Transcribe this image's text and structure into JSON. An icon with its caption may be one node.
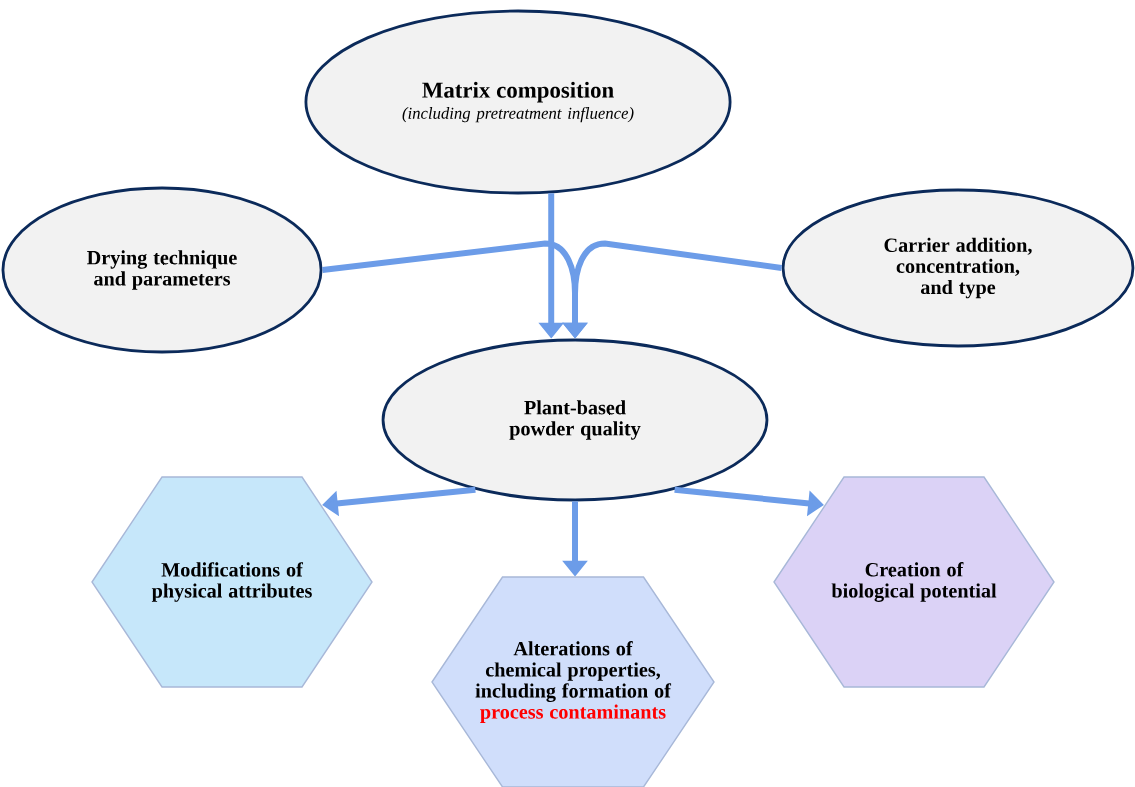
{
  "diagram": {
    "nodes": [
      {
        "text": [
          "Matrix composition",
          "(including pretreatment influence)"
        ]
      },
      {
        "text": [
          "Drying technique and parameters"
        ]
      },
      {
        "text": [
          "Carrier addition, concentration, and type"
        ]
      },
      {
        "text": [
          "Plant-based powder quality"
        ]
      },
      {
        "text": [
          "Modifications of physical attributes"
        ]
      },
      {
        "text": [
          "Alterations of chemical properties, including formation of",
          "process contaminants"
        ]
      },
      {
        "text": [
          "Creation of biological potential"
        ]
      }
    ],
    "edges": [
      {
        "from": 0,
        "to": 3,
        "arrow": "to"
      },
      {
        "from": 1,
        "to": 3,
        "arrow": "to"
      },
      {
        "from": 2,
        "to": 3,
        "arrow": "to"
      },
      {
        "from": 3,
        "to": 4,
        "arrow": "to"
      },
      {
        "from": 3,
        "to": 5,
        "arrow": "to"
      },
      {
        "from": 3,
        "to": 6,
        "arrow": "to"
      }
    ]
  }
}
